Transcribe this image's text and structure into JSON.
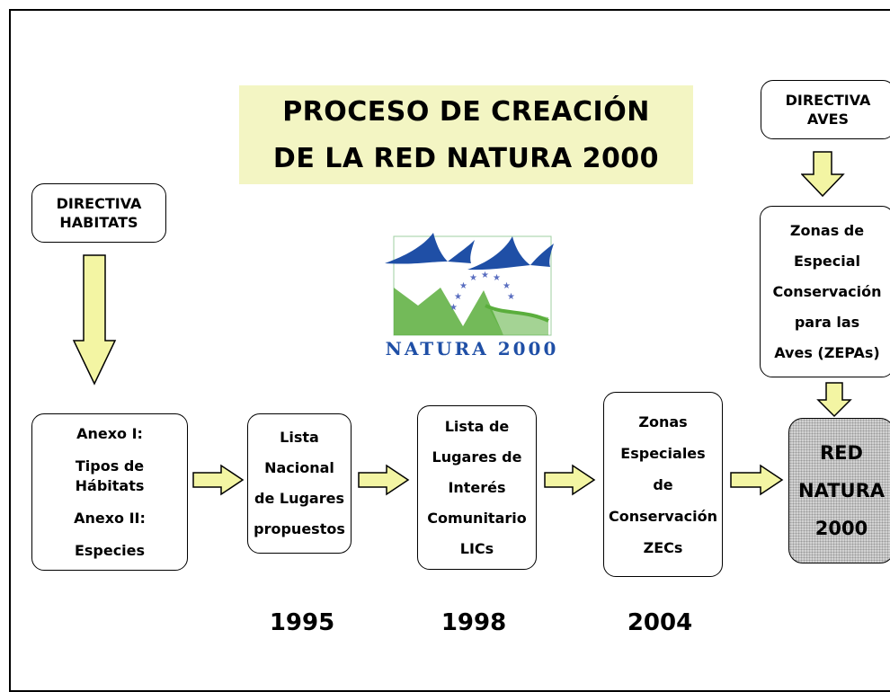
{
  "title": {
    "line1": "PROCESO DE CREACIÓN",
    "line2": "DE LA RED NATURA 2000"
  },
  "directives": {
    "habitats": [
      "DIRECTIVA",
      "HABITATS"
    ],
    "aves": [
      "DIRECTIVA",
      "AVES"
    ]
  },
  "boxes": {
    "anexo": [
      "Anexo I:",
      "Tipos de",
      "Hábitats",
      "Anexo II:",
      "Especies"
    ],
    "lista_nacional": [
      "Lista",
      "Nacional",
      "de Lugares",
      "propuestos"
    ],
    "lic": [
      "Lista de",
      "Lugares de",
      "Interés",
      "Comunitario",
      "LICs"
    ],
    "zec": [
      "Zonas",
      "Especiales",
      "de",
      "Conservación",
      "ZECs"
    ],
    "zepa": [
      "Zonas de",
      "Especial",
      "Conservación",
      "para las",
      "Aves (ZEPAs)"
    ],
    "red": [
      "RED",
      "NATURA",
      "2000"
    ]
  },
  "years": [
    "1995",
    "1998",
    "2004"
  ],
  "logo": {
    "text": "NATURA 2000",
    "name": "natura-2000-logo"
  },
  "colors": {
    "title_band": "#f3f5c3",
    "arrow_fill": "#f3f5a3",
    "logo_blue": "#1f4fa6",
    "logo_green": "#5aae3c"
  }
}
